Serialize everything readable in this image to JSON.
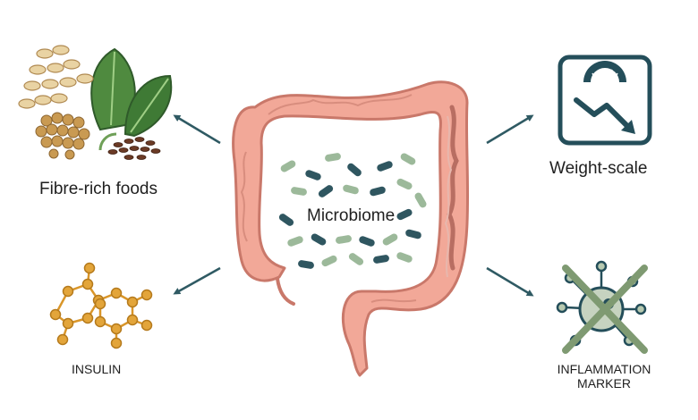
{
  "labels": {
    "fibre": "Fibre-rich foods",
    "weight": "Weight-scale",
    "microbiome": "Microbiome",
    "insulin": "INSULIN",
    "inflammation_line1": "INFLAMMATION",
    "inflammation_line2": "MARKER"
  },
  "icons": {
    "gut": "large-intestine-icon",
    "fibre": "grains-and-spinach-icon",
    "weight": "weight-scale-down-trend-icon",
    "insulin": "molecule-structure-icon",
    "inflammation": "crossed-out-virus-icon"
  },
  "colors": {
    "arrow": "#2f5a63",
    "gut_fill": "#f2a898",
    "gut_stroke": "#c9786a",
    "bacteria_light": "#9cb99a",
    "bacteria_dark": "#2f5660",
    "scale": "#244e5a",
    "molecule": "#e3a53a",
    "cross": "#7f9a72"
  }
}
